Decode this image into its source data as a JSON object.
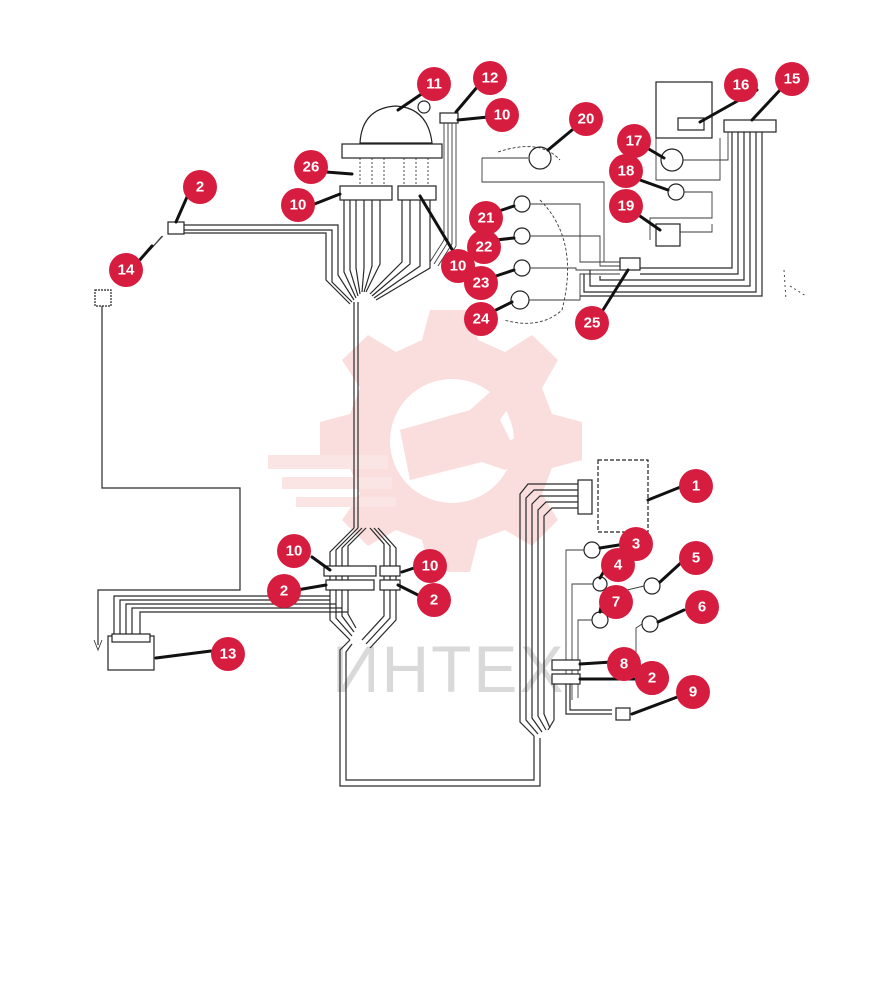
{
  "watermark": {
    "text": "ИНТЕХ",
    "color": "#f2c0c0"
  },
  "callouts": [
    {
      "id": "c1",
      "label": "1"
    },
    {
      "id": "c2a",
      "label": "2"
    },
    {
      "id": "c2b",
      "label": "2"
    },
    {
      "id": "c2c",
      "label": "2"
    },
    {
      "id": "c2d",
      "label": "2"
    },
    {
      "id": "c3",
      "label": "3"
    },
    {
      "id": "c4",
      "label": "4"
    },
    {
      "id": "c5",
      "label": "5"
    },
    {
      "id": "c6",
      "label": "6"
    },
    {
      "id": "c7",
      "label": "7"
    },
    {
      "id": "c8",
      "label": "8"
    },
    {
      "id": "c2e",
      "label": "2"
    },
    {
      "id": "c9",
      "label": "9"
    },
    {
      "id": "c10a",
      "label": "10"
    },
    {
      "id": "c10b",
      "label": "10"
    },
    {
      "id": "c10c",
      "label": "10"
    },
    {
      "id": "c10d",
      "label": "10"
    },
    {
      "id": "c10e",
      "label": "10"
    },
    {
      "id": "c11",
      "label": "11"
    },
    {
      "id": "c12",
      "label": "12"
    },
    {
      "id": "c13",
      "label": "13"
    },
    {
      "id": "c14",
      "label": "14"
    },
    {
      "id": "c15",
      "label": "15"
    },
    {
      "id": "c16",
      "label": "16"
    },
    {
      "id": "c17",
      "label": "17"
    },
    {
      "id": "c18",
      "label": "18"
    },
    {
      "id": "c19",
      "label": "19"
    },
    {
      "id": "c20",
      "label": "20"
    },
    {
      "id": "c21",
      "label": "21"
    },
    {
      "id": "c22",
      "label": "22"
    },
    {
      "id": "c23",
      "label": "23"
    },
    {
      "id": "c24",
      "label": "24"
    },
    {
      "id": "c25",
      "label": "25"
    },
    {
      "id": "c26",
      "label": "26"
    }
  ],
  "colors": {
    "callout": "#d71d3f",
    "wire": "#2a2a2a"
  }
}
